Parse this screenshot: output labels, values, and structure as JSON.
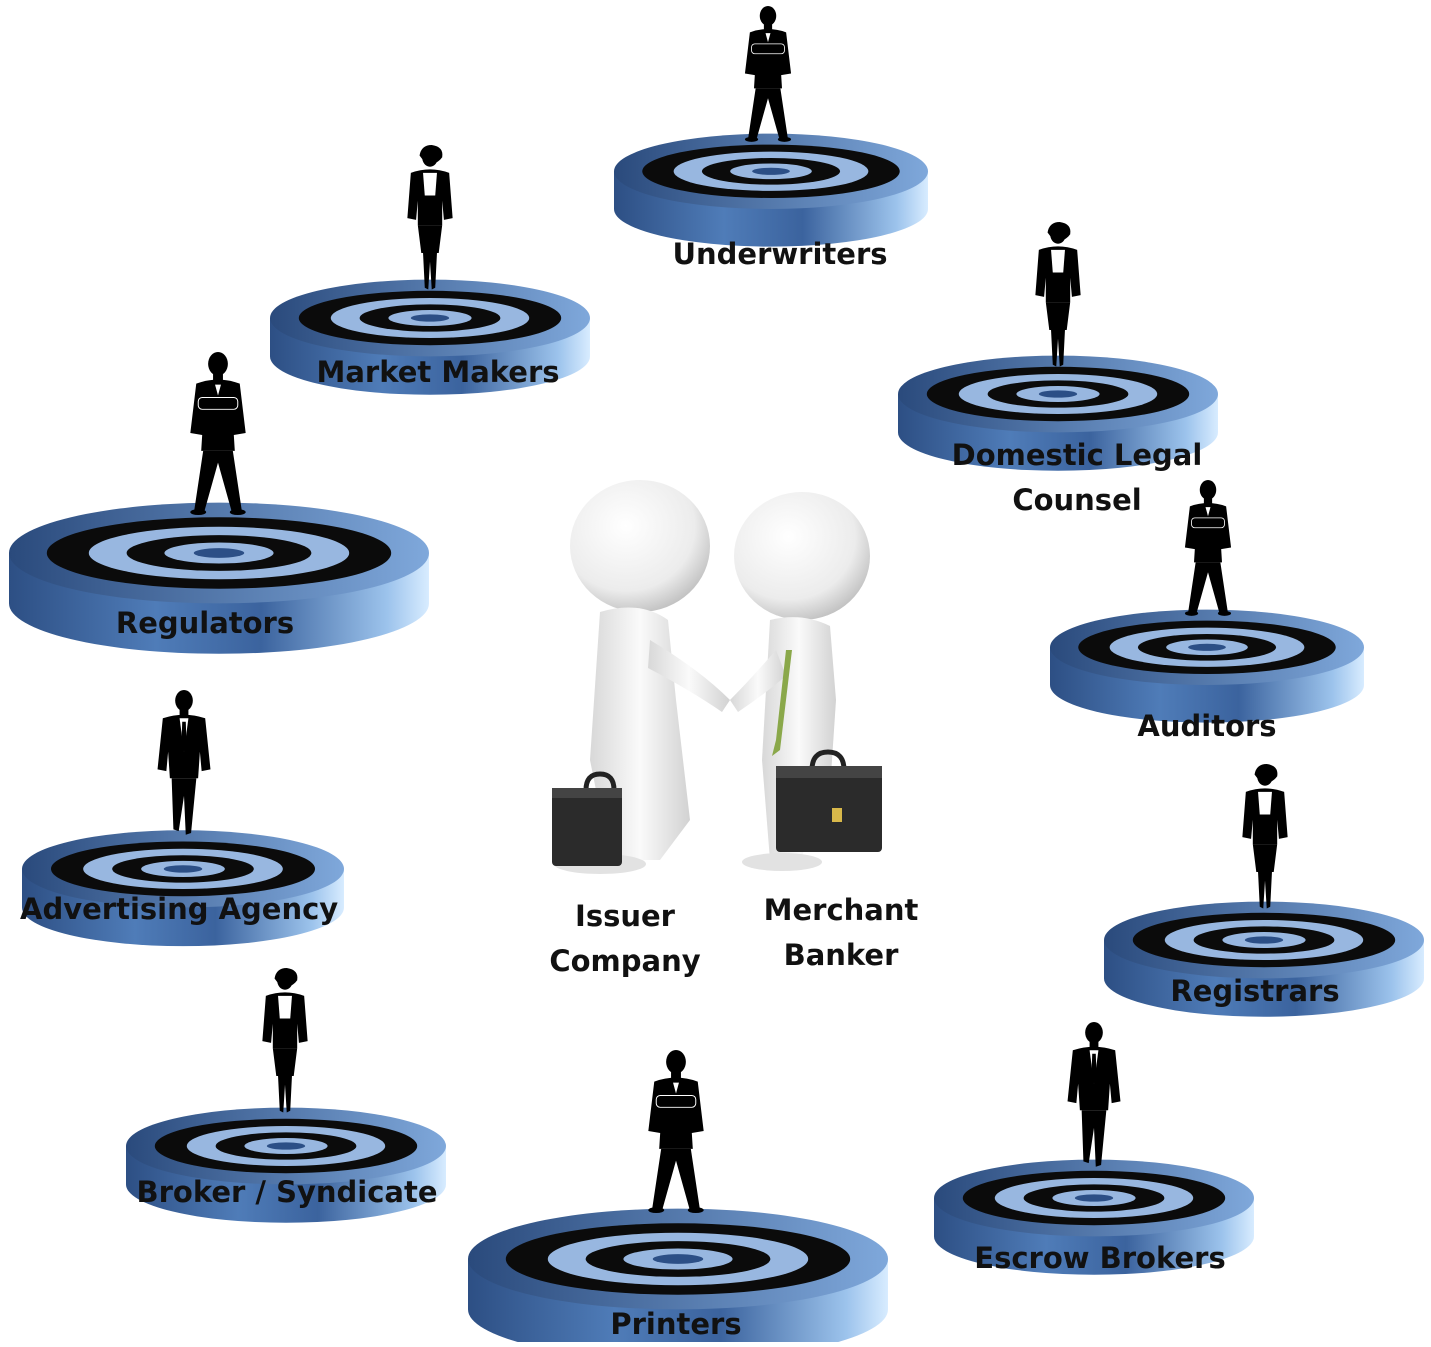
{
  "roles": {
    "underwriters": "Underwriters",
    "market_makers": "Market Makers",
    "domestic_legal_counsel": [
      "Domestic Legal",
      "Counsel"
    ],
    "regulators": "Regulators",
    "auditors": "Auditors",
    "advertising_agency": "Advertising Agency",
    "registrars": "Registrars",
    "broker_syndicate": "Broker / Syndicate",
    "escrow_brokers": "Escrow Brokers",
    "printers": "Printers"
  },
  "center": {
    "issuer": [
      "Issuer",
      "Company"
    ],
    "merchant": [
      "Merchant",
      "Banker"
    ]
  },
  "colors": {
    "platform_light": "#b8d2f0",
    "platform_mid": "#5b86c0",
    "platform_dark": "#1f3a66",
    "target_ring": "#98b7e0",
    "silhouette": "#000000",
    "tie": "#8aa84a"
  }
}
